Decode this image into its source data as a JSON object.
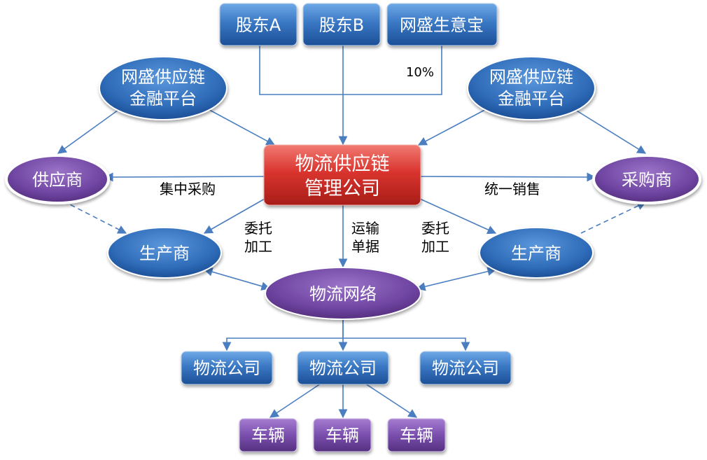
{
  "shareholders": {
    "a": "股东A",
    "b": "股东B",
    "c": "网盛生意宝",
    "percent": "10%"
  },
  "finance_left": {
    "line1": "网盛供应链",
    "line2": "金融平台"
  },
  "finance_right": {
    "line1": "网盛供应链",
    "line2": "金融平台"
  },
  "center": {
    "line1": "物流供应链",
    "line2": "管理公司"
  },
  "supplier": "供应商",
  "purchaser": "采购商",
  "producer_left": "生产商",
  "producer_right": "生产商",
  "logistics_network": "物流网络",
  "edge_labels": {
    "central_purchase": "集中采购",
    "unified_sales": "统一销售",
    "entrust_left": {
      "line1": "委托",
      "line2": "加工"
    },
    "transport": {
      "line1": "运输",
      "line2": "单据"
    },
    "entrust_right": {
      "line1": "委托",
      "line2": "加工"
    }
  },
  "logistics_companies": [
    "物流公司",
    "物流公司",
    "物流公司"
  ],
  "vehicles": [
    "车辆",
    "车辆",
    "车辆"
  ],
  "colors": {
    "blue_top": "#4f8fd6",
    "blue_bottom": "#1e5aa3",
    "red_top": "#e8504c",
    "red_bottom": "#b0201b",
    "purple_top": "#9a6ec2",
    "purple_bottom": "#5d3589",
    "arrow": "#4a7ec0"
  }
}
